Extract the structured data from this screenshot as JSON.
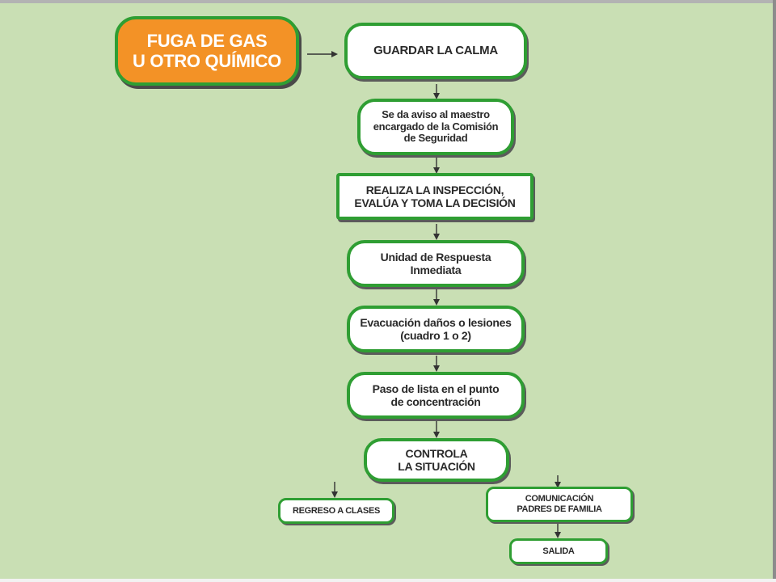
{
  "flowchart": {
    "start": "FUGA DE GAS\nU OTRO QUÍMICO",
    "steps": [
      "GUARDAR LA CALMA",
      "Se da aviso al maestro\nencargado de la Comisión\nde Seguridad",
      "REALIZA LA INSPECCIÓN,\nEVALÚA Y TOMA LA DECISIÓN",
      "Unidad de Respuesta\nInmediata",
      "Evacuación daños o lesiones\n(cuadro 1 o 2)",
      "Paso de lista en el punto\nde concentración",
      "CONTROLA\nLA SITUACIÓN"
    ],
    "branches": {
      "left": "REGRESO A CLASES",
      "right": "COMUNICACIÓN\nPADRES DE FAMILIA",
      "right_next": "SALIDA"
    }
  },
  "colors": {
    "background": "#c9dfb4",
    "node_border": "#2f9e33",
    "start_fill": "#f39226",
    "node_fill": "#ffffff",
    "text": "#2a2a2a"
  }
}
